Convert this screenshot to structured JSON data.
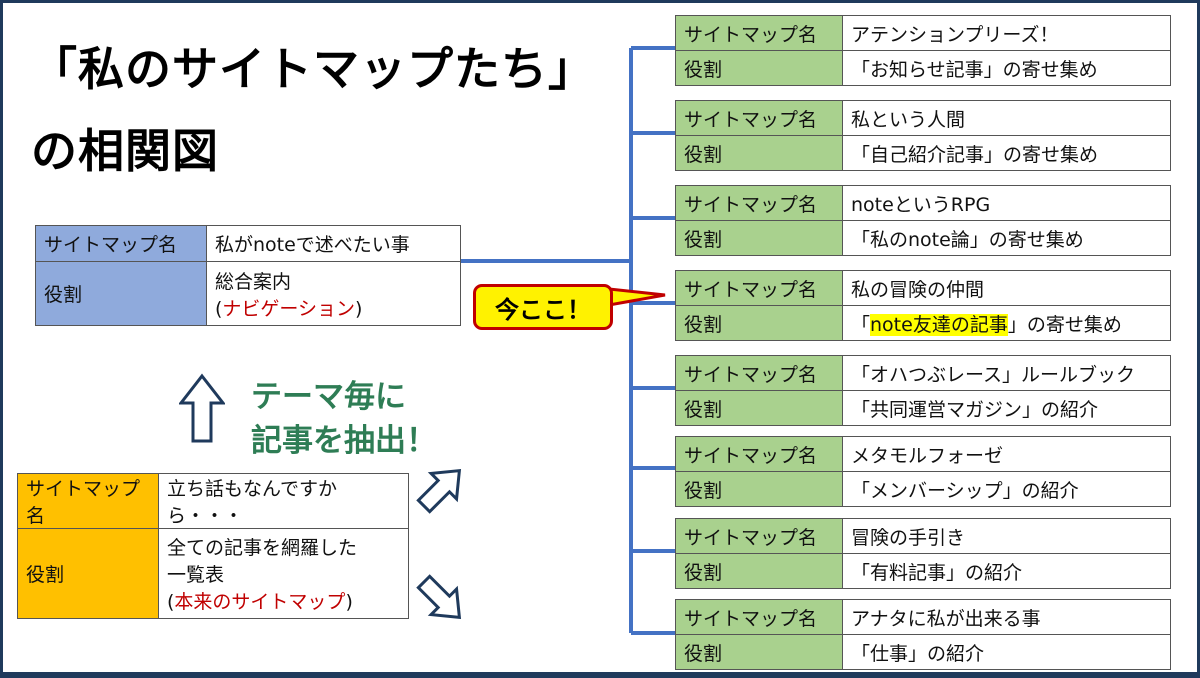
{
  "title": {
    "line1": "「私のサイトマップたち」",
    "line2": "の相関図"
  },
  "labels": {
    "name": "サイトマップ名",
    "role": "役割"
  },
  "main": {
    "name": "私がnoteで述べたい事",
    "role_line1": "総合案内",
    "role_open": "(",
    "role_red": "ナビゲーション",
    "role_close": ")"
  },
  "sub": {
    "name": "立ち話もなんですから・・・",
    "role_line1": "全ての記事を網羅した",
    "role_line2": "一覧表",
    "role_open": "(",
    "role_red": "本来のサイトマップ",
    "role_close": ")"
  },
  "annotation": {
    "line1": "テーマ毎に",
    "line2": "記事を抽出！"
  },
  "callout": "今ここ！",
  "right_cards": [
    {
      "name": "アテンションプリーズ！",
      "role": "「お知らせ記事」の寄せ集め"
    },
    {
      "name": "私という人間",
      "role": "「自己紹介記事」の寄せ集め"
    },
    {
      "name": "noteというRPG",
      "role": "「私のnote論」の寄せ集め"
    },
    {
      "name": "私の冒険の仲間",
      "role_prefix": "「",
      "role_highlight": "note友達の記事",
      "role_suffix": "」の寄せ集め"
    },
    {
      "name": "「オハつぶレース」ルールブック",
      "role": "「共同運営マガジン」の紹介"
    },
    {
      "name": "メタモルフォーゼ",
      "role": "「メンバーシップ」の紹介"
    },
    {
      "name": "冒険の手引き",
      "role": "「有料記事」の紹介"
    },
    {
      "name": "アナタに私が出来る事",
      "role": "「仕事」の紹介"
    }
  ],
  "colors": {
    "green": "#a9d18e",
    "blue": "#8faadc",
    "orange": "#ffc000",
    "line": "#4472c4",
    "red": "#c00000",
    "callout_fill": "#fff200",
    "annotation": "#2e7d55"
  }
}
